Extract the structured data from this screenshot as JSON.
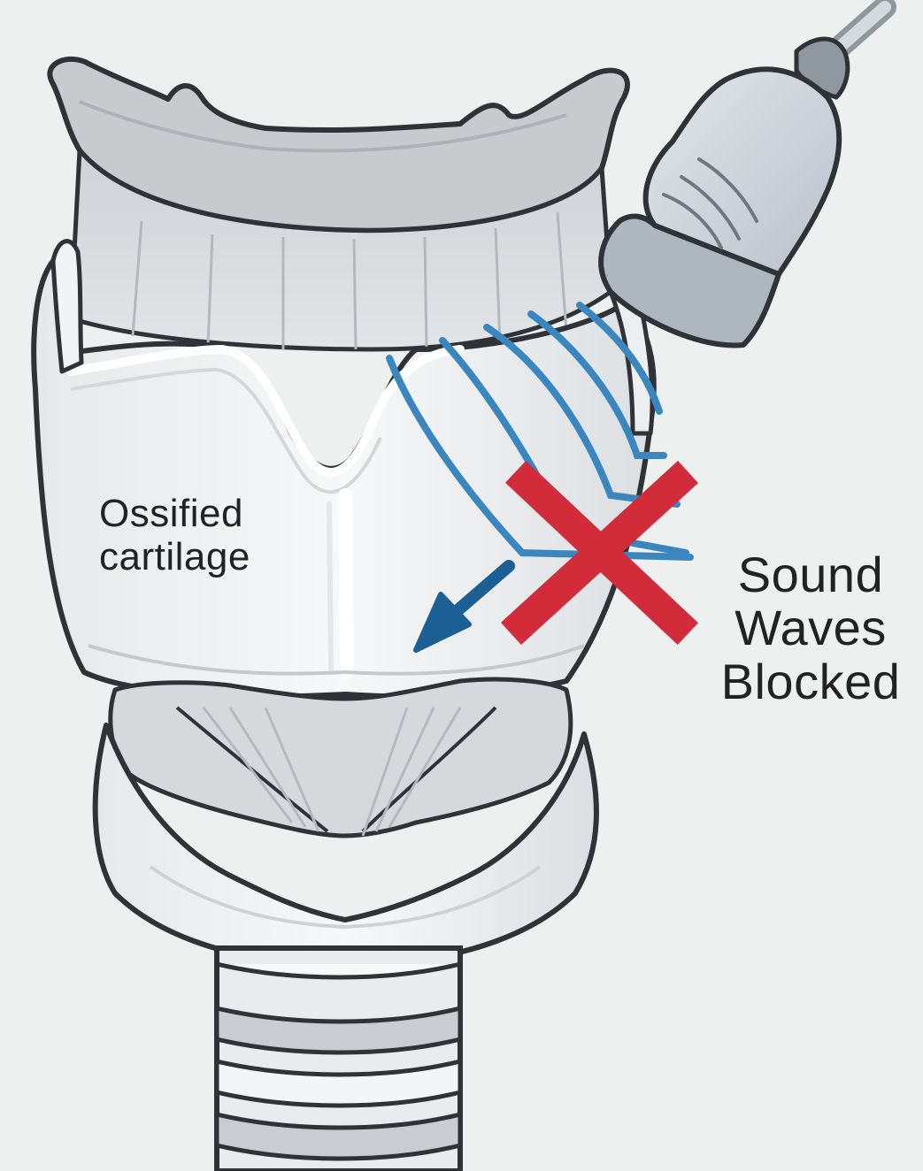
{
  "diagram": {
    "labels": {
      "ossified_line1": "Ossified",
      "ossified_line2": "cartilage",
      "sound_line1": "Sound",
      "sound_line2": "Waves",
      "sound_line3": "Blocked"
    },
    "colors": {
      "background": "#eeefef",
      "cartilage_fill": "#f6f7f8",
      "cartilage_shadow": "#c9ccd0",
      "outline": "#2f3338",
      "sound_wave": "#3a87c0",
      "blocked_x": "#d22c3a",
      "arrow": "#1b5f95",
      "probe": "#c6ccd3"
    }
  }
}
